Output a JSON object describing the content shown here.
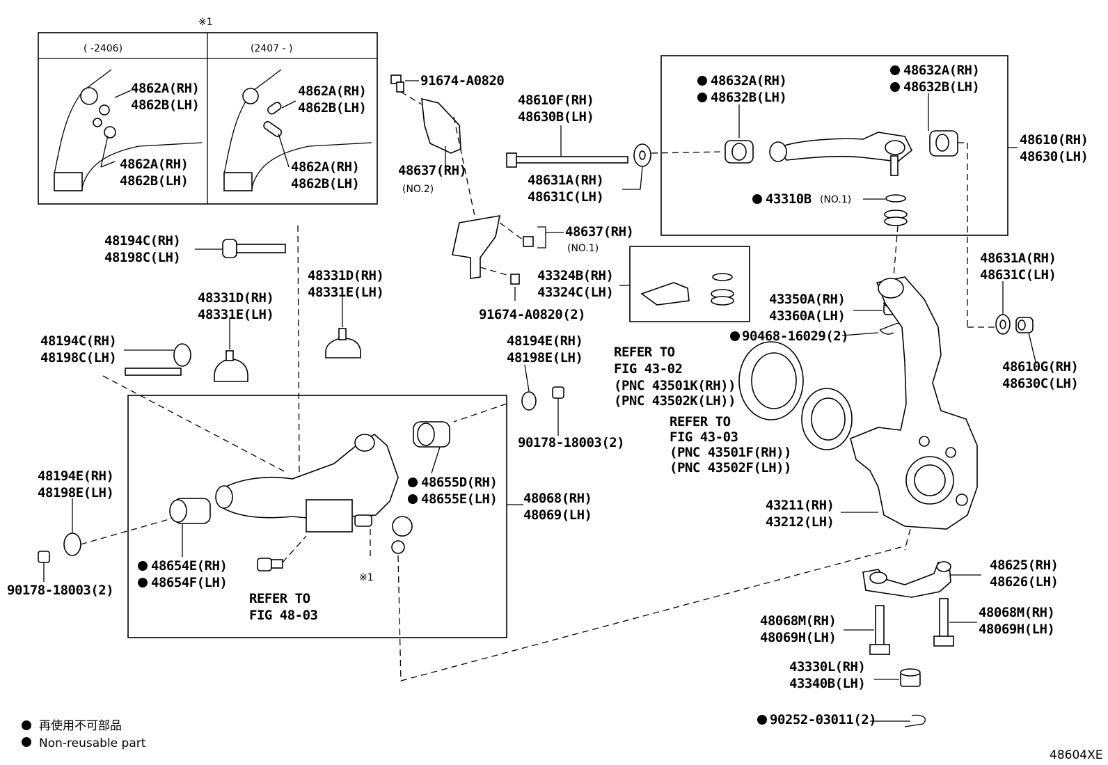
{
  "inset": {
    "mark": "※1",
    "col_left": "(    -2406)",
    "col_right": "(2407 -    )",
    "left_a1": "4862A(RH)",
    "left_b1": "4862B(LH)",
    "left_a2": "4862A(RH)",
    "left_b2": "4862B(LH)",
    "right_a1": "4862A(RH)",
    "right_b1": "4862B(LH)",
    "right_a2": "4862A(RH)",
    "right_b2": "4862B(LH)"
  },
  "labels": {
    "bolt_91674_top": "91674-A0820",
    "bolt_91674_bottom": "91674-A0820(2)",
    "b48610F": "48610F(RH)",
    "b48630B": "48630B(LH)",
    "w48631A": "48631A(RH)",
    "w48631C": "48631C(LH)",
    "br48637_1": "48637(RH)",
    "br48637_1_no": "(NO.2)",
    "br48637_2": "48637(RH)",
    "br48637_2_no": "(NO.1)",
    "bush48632A_l": "48632A(RH)",
    "bush48632B_l": "48632B(LH)",
    "bush48632A_r": "48632A(RH)",
    "bush48632B_r": "48632B(LH)",
    "arm48610": "48610(RH)",
    "arm48630": "48630(LH)",
    "ring43310B": "43310B",
    "ring43310B_no": "(NO.1)",
    "kit43324B": "43324B(RH)",
    "kit43324C": "43324C(LH)",
    "w48631A_r": "48631A(RH)",
    "w48631C_r": "48631C(LH)",
    "cap43350A": "43350A(RH)",
    "cap43360A": "43360A(LH)",
    "pin90468": "90468-16029(2)",
    "nut48610G": "48610G(RH)",
    "nut48630C": "48630C(LH)",
    "bolt48194C_1": "48194C(RH)",
    "bolt48198C_1": "48198C(LH)",
    "stop48331D_1": "48331D(RH)",
    "stop48331E_1": "48331E(LH)",
    "stop48331D_2": "48331D(RH)",
    "stop48331E_2": "48331E(LH)",
    "bolt48194C_2": "48194C(RH)",
    "bolt48198C_2": "48198C(LH)",
    "cam48194E_1": "48194E(RH)",
    "cam48198E_1": "48198E(LH)",
    "nut90178_1": "90178-18003(2)",
    "refer1_a": "REFER TO",
    "refer1_b": "FIG 43-02",
    "refer1_c": "(PNC 43501K(RH))",
    "refer1_d": "(PNC 43502K(LH))",
    "refer2_a": "REFER TO",
    "refer2_b": "FIG 43-03",
    "refer2_c": "(PNC 43501F(RH))",
    "refer2_d": "(PNC 43502F(LH))",
    "bush48655D": "48655D(RH)",
    "bush48655E": "48655E(LH)",
    "arm48068": "48068(RH)",
    "arm48069": "48069(LH)",
    "cam48194E_2": "48194E(RH)",
    "cam48198E_2": "48198E(LH)",
    "nut90178_2": "90178-18003(2)",
    "bush48654E": "48654E(RH)",
    "bush48654F": "48654F(LH)",
    "refer3_a": "REFER TO",
    "refer3_b": "FIG 48-03",
    "mark2": "※1",
    "knuckle43211": "43211(RH)",
    "knuckle43212": "43212(LH)",
    "arm48625": "48625(RH)",
    "arm48626": "48626(LH)",
    "bolt48068M_l": "48068M(RH)",
    "bolt48069H_l": "48069H(LH)",
    "bolt48068M_r": "48068M(RH)",
    "bolt48069H_r": "48069H(LH)",
    "nut43330L": "43330L(RH)",
    "nut43340B": "43340B(LH)",
    "pin90252": "90252-03011(2)"
  },
  "legend": {
    "line_jp": "再使用不可部品",
    "line_en": "Non-reusable part",
    "code": "48604XE"
  }
}
